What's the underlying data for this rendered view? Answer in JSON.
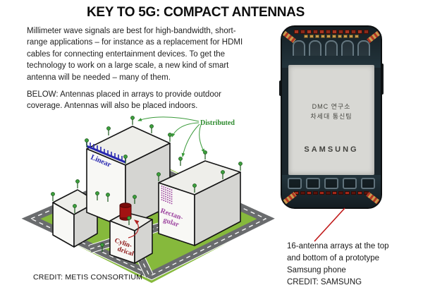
{
  "page": {
    "title": "KEY TO 5G: COMPACT ANTENNAS",
    "background_color": "#ffffff"
  },
  "intro": {
    "text": "Millimeter wave signals are best for high-bandwidth, short-range applications – for instance as a replacement for HDMI cables for connecting entertainment devices. To get the technology to work on a large scale, a new kind of smart antenna will be needed – many of them."
  },
  "below_note": {
    "text": "BELOW: Antennas placed in arrays to provide outdoor coverage. Antennas will also be placed indoors."
  },
  "diagram": {
    "credit": "CREDIT: METIS CONSORTIUM",
    "labels": {
      "distributed": "Distributed",
      "linear": "Linear",
      "rectangular_line1": "Rectan-",
      "rectangular_line2": "gular",
      "cylindrical_line1": "Cylin-",
      "cylindrical_line2": "drical"
    },
    "colors": {
      "ground_green": "#86b93c",
      "road_gray": "#6a6c6e",
      "antenna_green": "#3da03d",
      "linear_blue": "#2828b0",
      "rectangular_purple": "#9d44a0",
      "cylindrical_red": "#8b1414",
      "distributed_green": "#2e8b2e"
    }
  },
  "phone": {
    "label_line1": "DMC 연구소",
    "label_line2": "차세대 통신팀",
    "brand": "SAMSUNG",
    "top_module_count": 12,
    "gold_dot_count": 10,
    "arch_count": 5,
    "slot_count": 5,
    "bottom_module_count": 12,
    "accent_red": "#a83622",
    "accent_gold": "#c79b4e"
  },
  "caption": {
    "lines": [
      "16-antenna arrays at the top",
      "and bottom of a prototype",
      "Samsung phone"
    ],
    "credit": "CREDIT: SAMSUNG"
  }
}
